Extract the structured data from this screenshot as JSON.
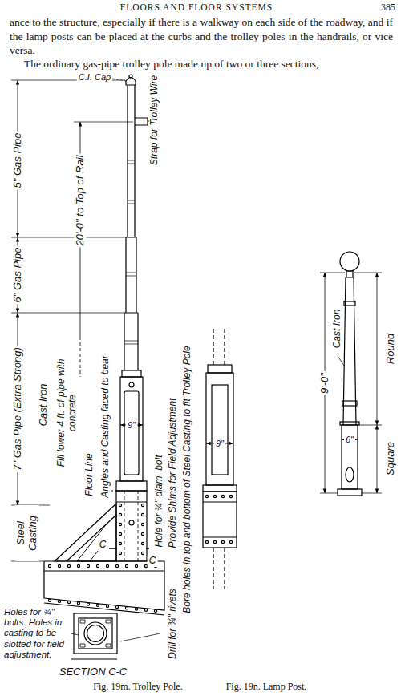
{
  "diagram": {
    "title": "FLOORS AND FLOOR SYSTEMS",
    "labels": [
      "385",
      "ance to the structure, especially if there is a walkway on each side of the roadway, and if the lamp posts can be placed at the curbs and the trolley poles in the handrails, or vice versa.",
      "The ordinary gas-pipe trolley pole made up of two or three sections,",
      "C.I. Cap",
      "5\" Gas Pipe",
      "Strap for Trolley Wire",
      "20'-0\" to Top of Rail",
      "6\" Gas Pipe",
      "7\" Gas Pipe (Extra Strong)",
      "Cast Iron",
      "Fill lower 4 ft. of pipe with concrete",
      "Floor Line",
      "Angles and Casting faced to bear",
      "9\"",
      "Hole for ¾\" diam. bolt",
      "Provide Shims for Field Adjustment",
      "Bore holes in top and bottom of Steel Casting to fit Trolley Pole",
      "Steel Casting",
      "C",
      "C",
      "Drill for ¾\" rivets",
      "Holes for ¾\" bolts. Holes in casting to be slotted for field adjustment.",
      "SECTION C-C",
      "Fig. 19m. Trolley Pole.",
      "9\"",
      "Fig. 19n. Lamp Post.",
      "Cast Iron",
      "Round",
      "9'-0\"",
      "6\"",
      "Square"
    ]
  }
}
